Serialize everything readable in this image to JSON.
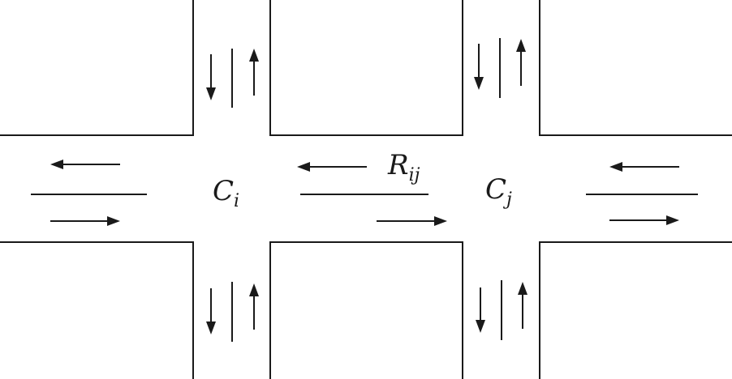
{
  "labels": {
    "intersection_i": {
      "letter": "C",
      "subscript": "i"
    },
    "intersection_j": {
      "letter": "C",
      "subscript": "j"
    },
    "road_ij": {
      "letter": "R",
      "subscript": "ij"
    }
  },
  "colors": {
    "line": "#1a1a1a",
    "background": "#ffffff"
  }
}
